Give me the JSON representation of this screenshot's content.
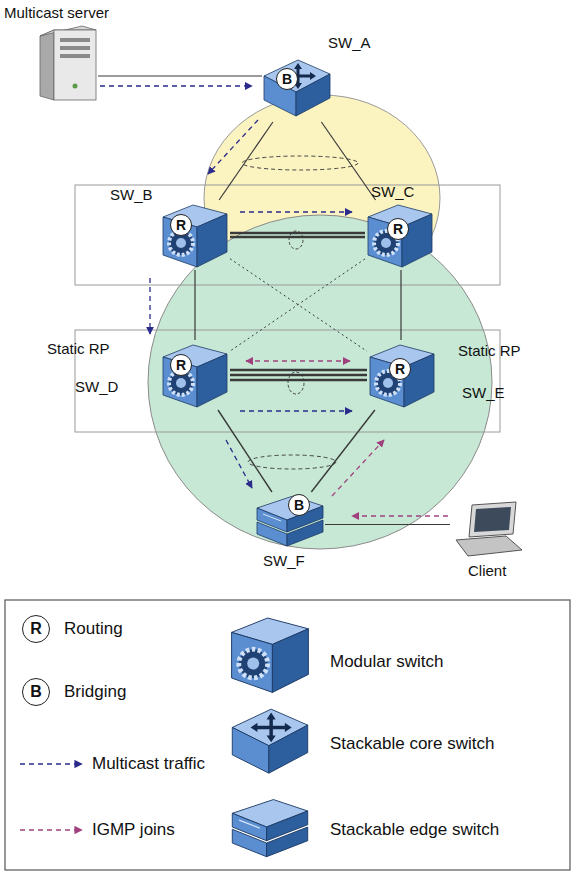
{
  "diagram": {
    "nodes": [
      {
        "text": [
          "Multicast server"
        ]
      },
      {
        "text": [
          "SW_A",
          "B"
        ]
      },
      {
        "text": [
          "SW_B",
          "R"
        ]
      },
      {
        "text": [
          "SW_C",
          "R"
        ]
      },
      {
        "text": [
          "Static RP",
          "SW_D",
          "R"
        ]
      },
      {
        "text": [
          "Static RP",
          "SW_E",
          "R"
        ]
      },
      {
        "text": [
          "B",
          "SW_F"
        ]
      },
      {
        "text": [
          "Client"
        ]
      }
    ],
    "edges": [
      {
        "from": 0,
        "to": 1,
        "arrow": "none"
      },
      {
        "from": 1,
        "to": 2,
        "arrow": "none"
      },
      {
        "from": 1,
        "to": 3,
        "arrow": "none"
      },
      {
        "from": 2,
        "to": 3,
        "arrow": "none"
      },
      {
        "from": 2,
        "to": 4,
        "arrow": "none"
      },
      {
        "from": 3,
        "to": 5,
        "arrow": "none"
      },
      {
        "from": 2,
        "to": 5,
        "arrow": "none"
      },
      {
        "from": 3,
        "to": 4,
        "arrow": "none"
      },
      {
        "from": 4,
        "to": 5,
        "arrow": "none"
      },
      {
        "from": 4,
        "to": 6,
        "arrow": "none"
      },
      {
        "from": 5,
        "to": 6,
        "arrow": "none"
      },
      {
        "from": 7,
        "to": 6,
        "arrow": "none"
      }
    ],
    "labels": [
      "R",
      "B"
    ],
    "legend": [
      {
        "text": "Routing"
      },
      {
        "text": "Modular switch"
      },
      {
        "text": "Bridging"
      },
      {
        "text": "Stackable core switch"
      },
      {
        "text": "Multicast traffic"
      },
      {
        "text": "IGMP joins"
      },
      {
        "text": "Stackable edge switch"
      }
    ]
  }
}
